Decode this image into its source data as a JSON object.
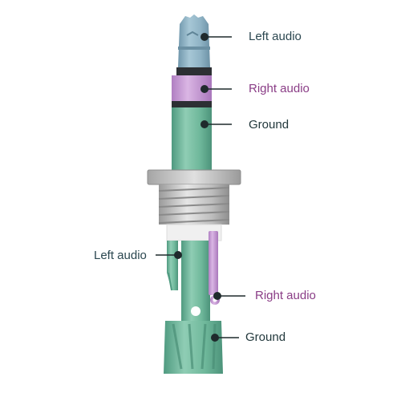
{
  "labels": {
    "plug_left_audio": "Left audio",
    "plug_right_audio": "Right audio",
    "plug_ground": "Ground",
    "jack_left_audio": "Left audio",
    "jack_right_audio": "Right audio",
    "jack_ground": "Ground"
  },
  "colors": {
    "left_audio": "#8fb3c5",
    "right_audio": "#c89bd6",
    "ground": "#6fb89b",
    "metal": "#c8c8c8",
    "pointer": "#1f2a2c"
  }
}
